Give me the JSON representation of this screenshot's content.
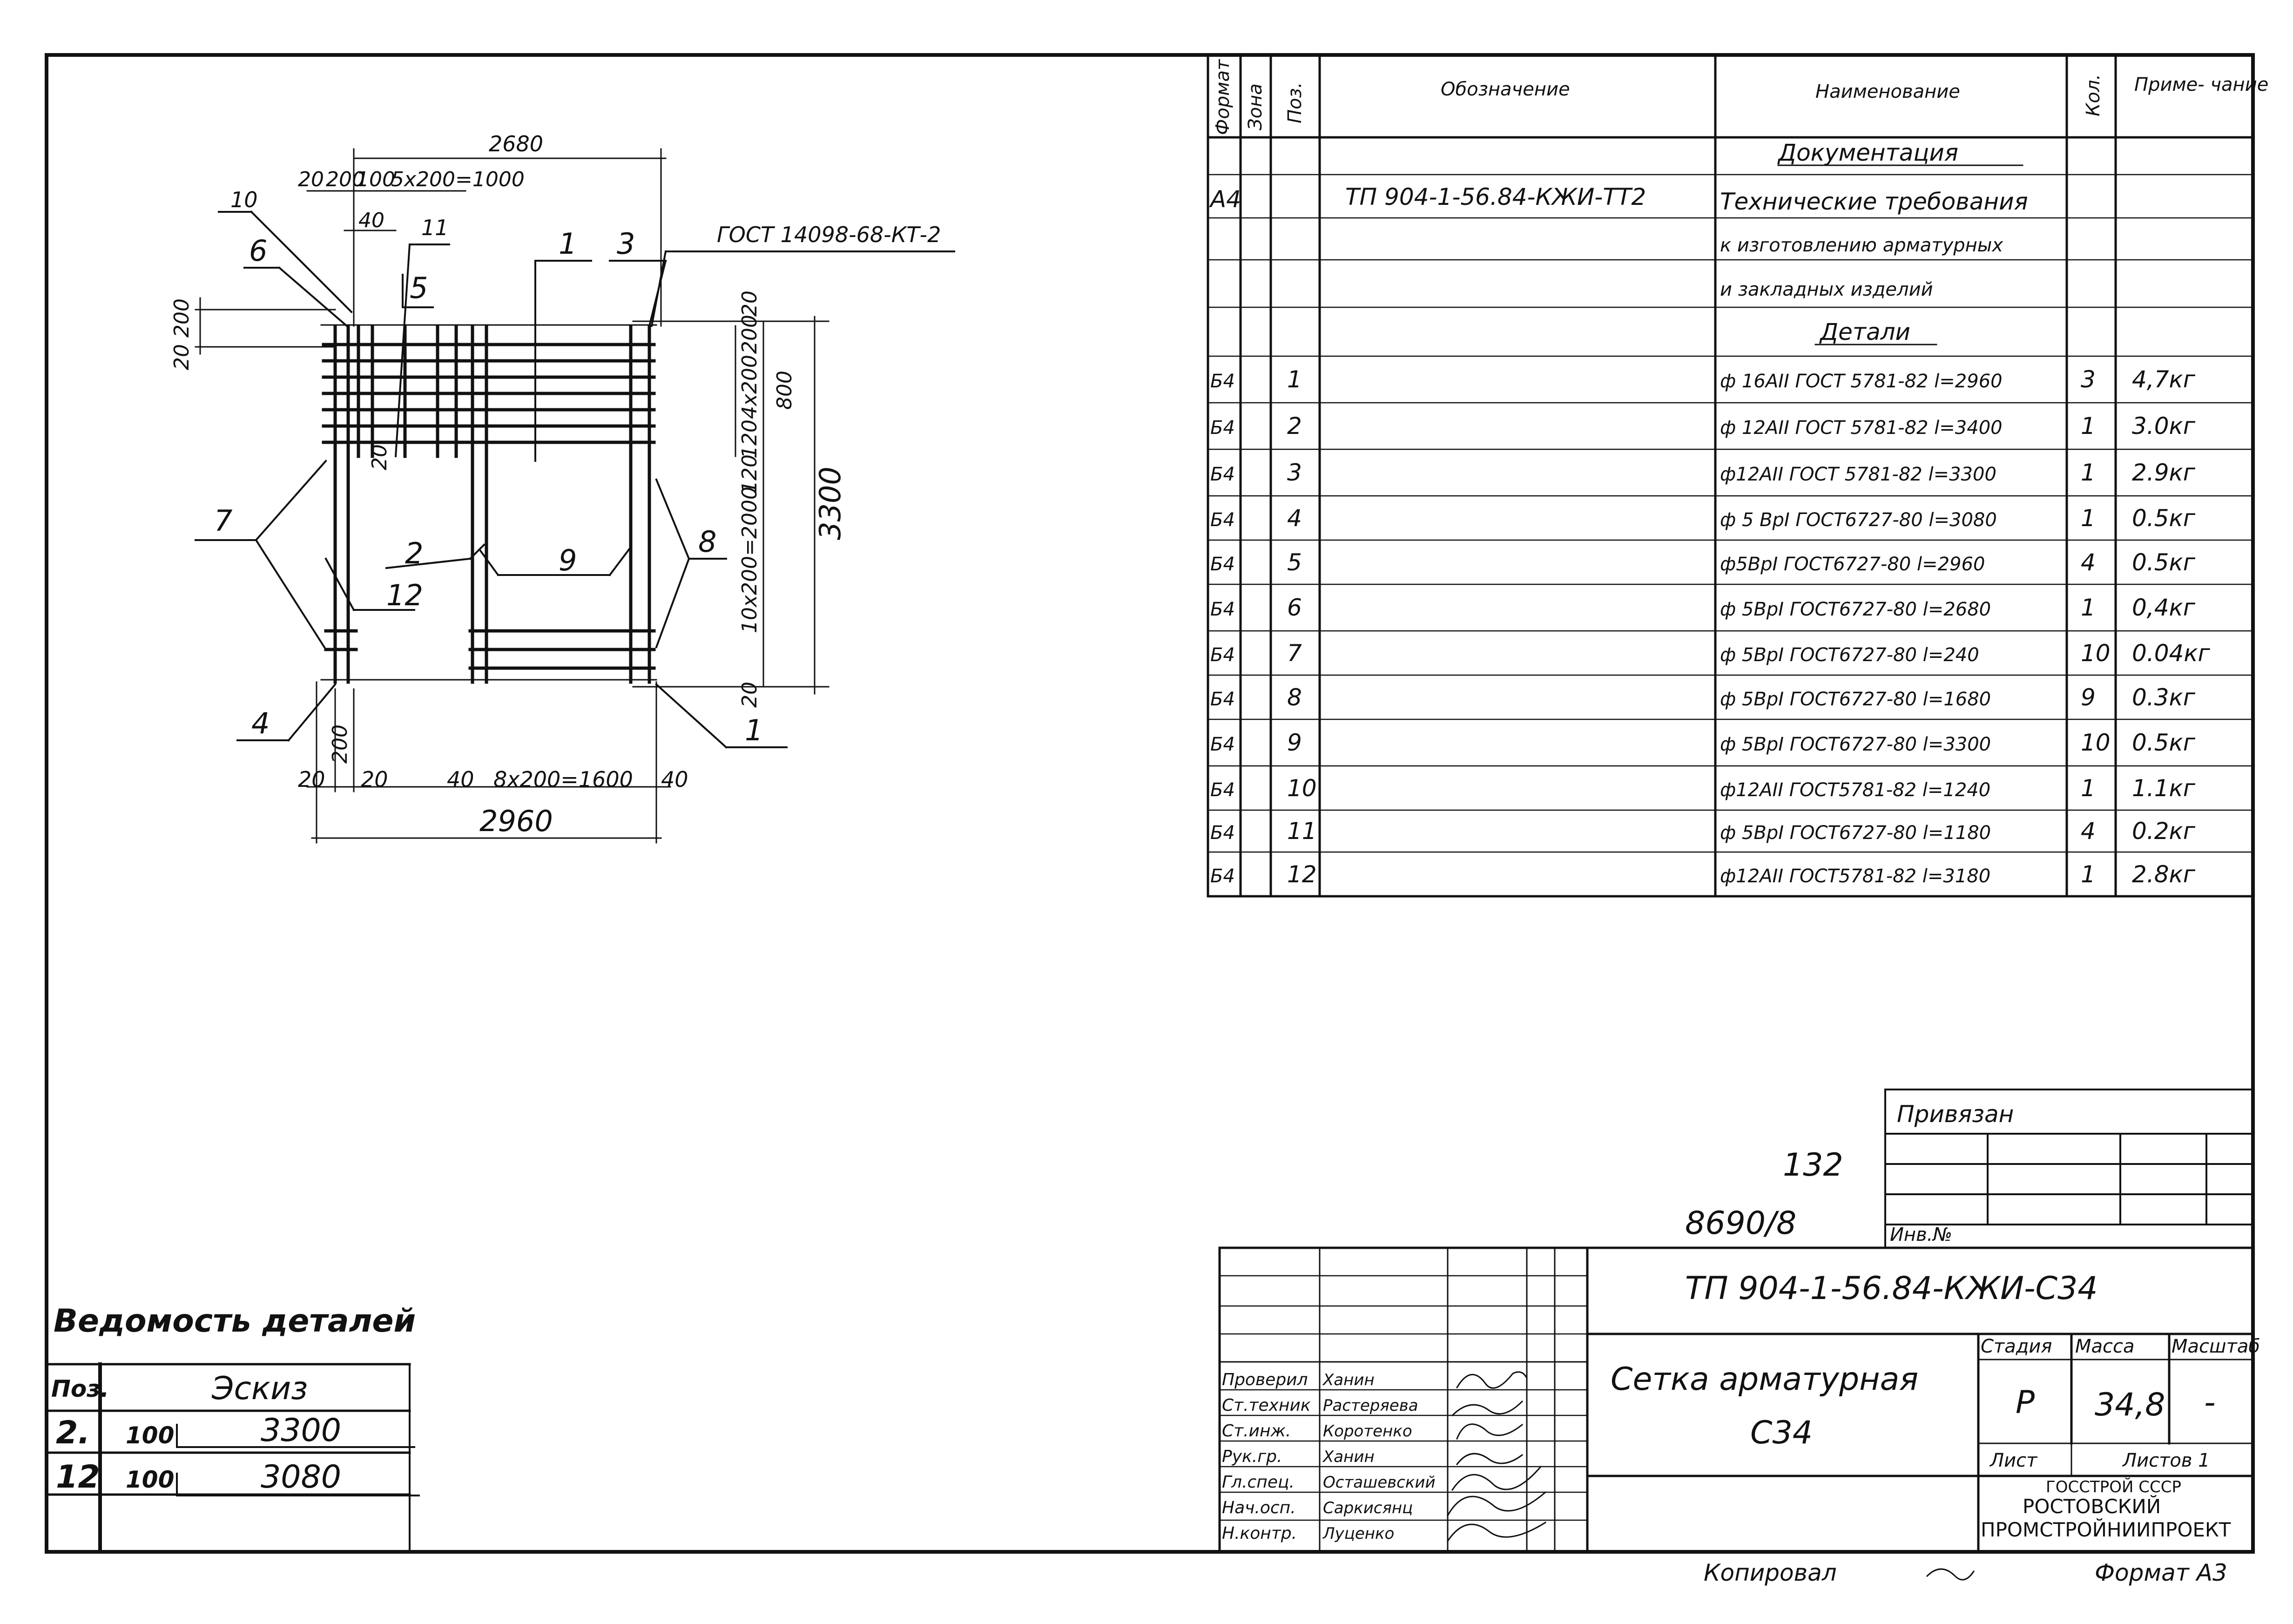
{
  "drawing": {
    "dims": {
      "top_overall": "2680",
      "top_seq": [
        "20",
        "200",
        "100",
        "5x200=1000"
      ],
      "top_40": "40",
      "left_small": "20 200",
      "right_small_top": "20",
      "right_200": "200",
      "right_4x200": "4x200",
      "right_800": "800",
      "right_120": "120",
      "right_120b": "120",
      "right_10x": "10x200=2000",
      "right_20b": "20",
      "right_3300": "3300",
      "mid_20": "20",
      "bot_20a": "20",
      "bot_200": "200",
      "bot_20b": "20",
      "bot_40a": "40",
      "bot_seq": "8x200=1600",
      "bot_40b": "40",
      "bot_overall": "2960"
    },
    "leaders": {
      "p10": "10",
      "p6": "6",
      "p11": "11",
      "p5": "5",
      "p1a": "1",
      "p3": "3",
      "gost": "ГОСТ 14098-68-КТ-2",
      "p7": "7",
      "p2": "2",
      "p12": "12",
      "p9": "9",
      "p8": "8",
      "p4": "4",
      "p1b": "1"
    }
  },
  "spec": {
    "headers": {
      "format": "Формат",
      "zone": "Зона",
      "pos": "Поз.",
      "designation": "Обозначение",
      "name": "Наименование",
      "qty": "Кол.",
      "note": "Приме- чание"
    },
    "section_docs": "Документация",
    "doc_row": {
      "format": "А4",
      "designation": "ТП 904-1-56.84-КЖИ-ТТ2",
      "name_lines": [
        "Технические требования",
        "к изготовлению арматурных",
        "и закладных изделий"
      ]
    },
    "section_details": "Детали",
    "rows": [
      {
        "fmt": "Б4",
        "pos": "1",
        "name": "ф 16АII ГОСТ 5781-82 l=2960",
        "qty": "3",
        "note": "4,7кг"
      },
      {
        "fmt": "Б4",
        "pos": "2",
        "name": "ф 12АII ГОСТ 5781-82 l=3400",
        "qty": "1",
        "note": "3.0кг"
      },
      {
        "fmt": "Б4",
        "pos": "3",
        "name": "ф12АII ГОСТ 5781-82 l=3300",
        "qty": "1",
        "note": "2.9кг"
      },
      {
        "fmt": "Б4",
        "pos": "4",
        "name": "ф 5 ВрI ГОСТ6727-80 l=3080",
        "qty": "1",
        "note": "0.5кг"
      },
      {
        "fmt": "Б4",
        "pos": "5",
        "name": "ф5ВрI ГОСТ6727-80 l=2960",
        "qty": "4",
        "note": "0.5кг"
      },
      {
        "fmt": "Б4",
        "pos": "6",
        "name": "ф 5ВрI ГОСТ6727-80 l=2680",
        "qty": "1",
        "note": "0,4кг"
      },
      {
        "fmt": "Б4",
        "pos": "7",
        "name": "ф 5ВрI ГОСТ6727-80 l=240",
        "qty": "10",
        "note": "0.04кг"
      },
      {
        "fmt": "Б4",
        "pos": "8",
        "name": "ф 5ВрI ГОСТ6727-80 l=1680",
        "qty": "9",
        "note": "0.3кг"
      },
      {
        "fmt": "Б4",
        "pos": "9",
        "name": "ф 5ВрI ГОСТ6727-80 l=3300",
        "qty": "10",
        "note": "0.5кг"
      },
      {
        "fmt": "Б4",
        "pos": "10",
        "name": "ф12АII ГОСТ5781-82 l=1240",
        "qty": "1",
        "note": "1.1кг"
      },
      {
        "fmt": "Б4",
        "pos": "11",
        "name": "ф 5ВрI ГОСТ6727-80 l=1180",
        "qty": "4",
        "note": "0.2кг"
      },
      {
        "fmt": "Б4",
        "pos": "12",
        "name": "ф12АII ГОСТ5781-82 l=3180",
        "qty": "1",
        "note": "2.8кг"
      }
    ]
  },
  "bind_box": {
    "title": "Привязан",
    "inv": "Инв.№"
  },
  "handwritten": {
    "num_132": "132",
    "num_8690": "8690/8"
  },
  "title_block": {
    "code": "ТП 904-1-56.84-КЖИ-С34",
    "name_line1": "Сетка арматурная",
    "name_line2": "С34",
    "stage_h": "Стадия",
    "mass_h": "Масса",
    "scale_h": "Масштаб",
    "stage": "Р",
    "mass": "34,8",
    "scale": "-",
    "sheet": "Лист",
    "sheets": "Листов 1",
    "org_line1": "ГОССТРОЙ СССР",
    "org_line2": "РОСТОВСКИЙ",
    "org_line3": "ПРОМСТРОЙНИИПРОЕКТ",
    "roles": [
      {
        "role": "Проверил",
        "name": "Ханин"
      },
      {
        "role": "Ст.техник",
        "name": "Растеряева"
      },
      {
        "role": "Ст.инж.",
        "name": "Коротенко"
      },
      {
        "role": "Рук.гр.",
        "name": "Ханин"
      },
      {
        "role": "Гл.спец.",
        "name": "Осташевский"
      },
      {
        "role": "Нач.осп.",
        "name": "Саркисянц"
      },
      {
        "role": "Н.контр.",
        "name": "Луценко"
      }
    ]
  },
  "detail_sheet": {
    "title": "Ведомость деталей",
    "pos_h": "Поз.",
    "sketch_h": "Эскиз",
    "rows": [
      {
        "pos": "2.",
        "a": "100",
        "b": "3300"
      },
      {
        "pos": "12",
        "a": "100",
        "b": "3080"
      }
    ]
  },
  "footer": {
    "copied": "Копировал",
    "format": "Формат А3"
  }
}
